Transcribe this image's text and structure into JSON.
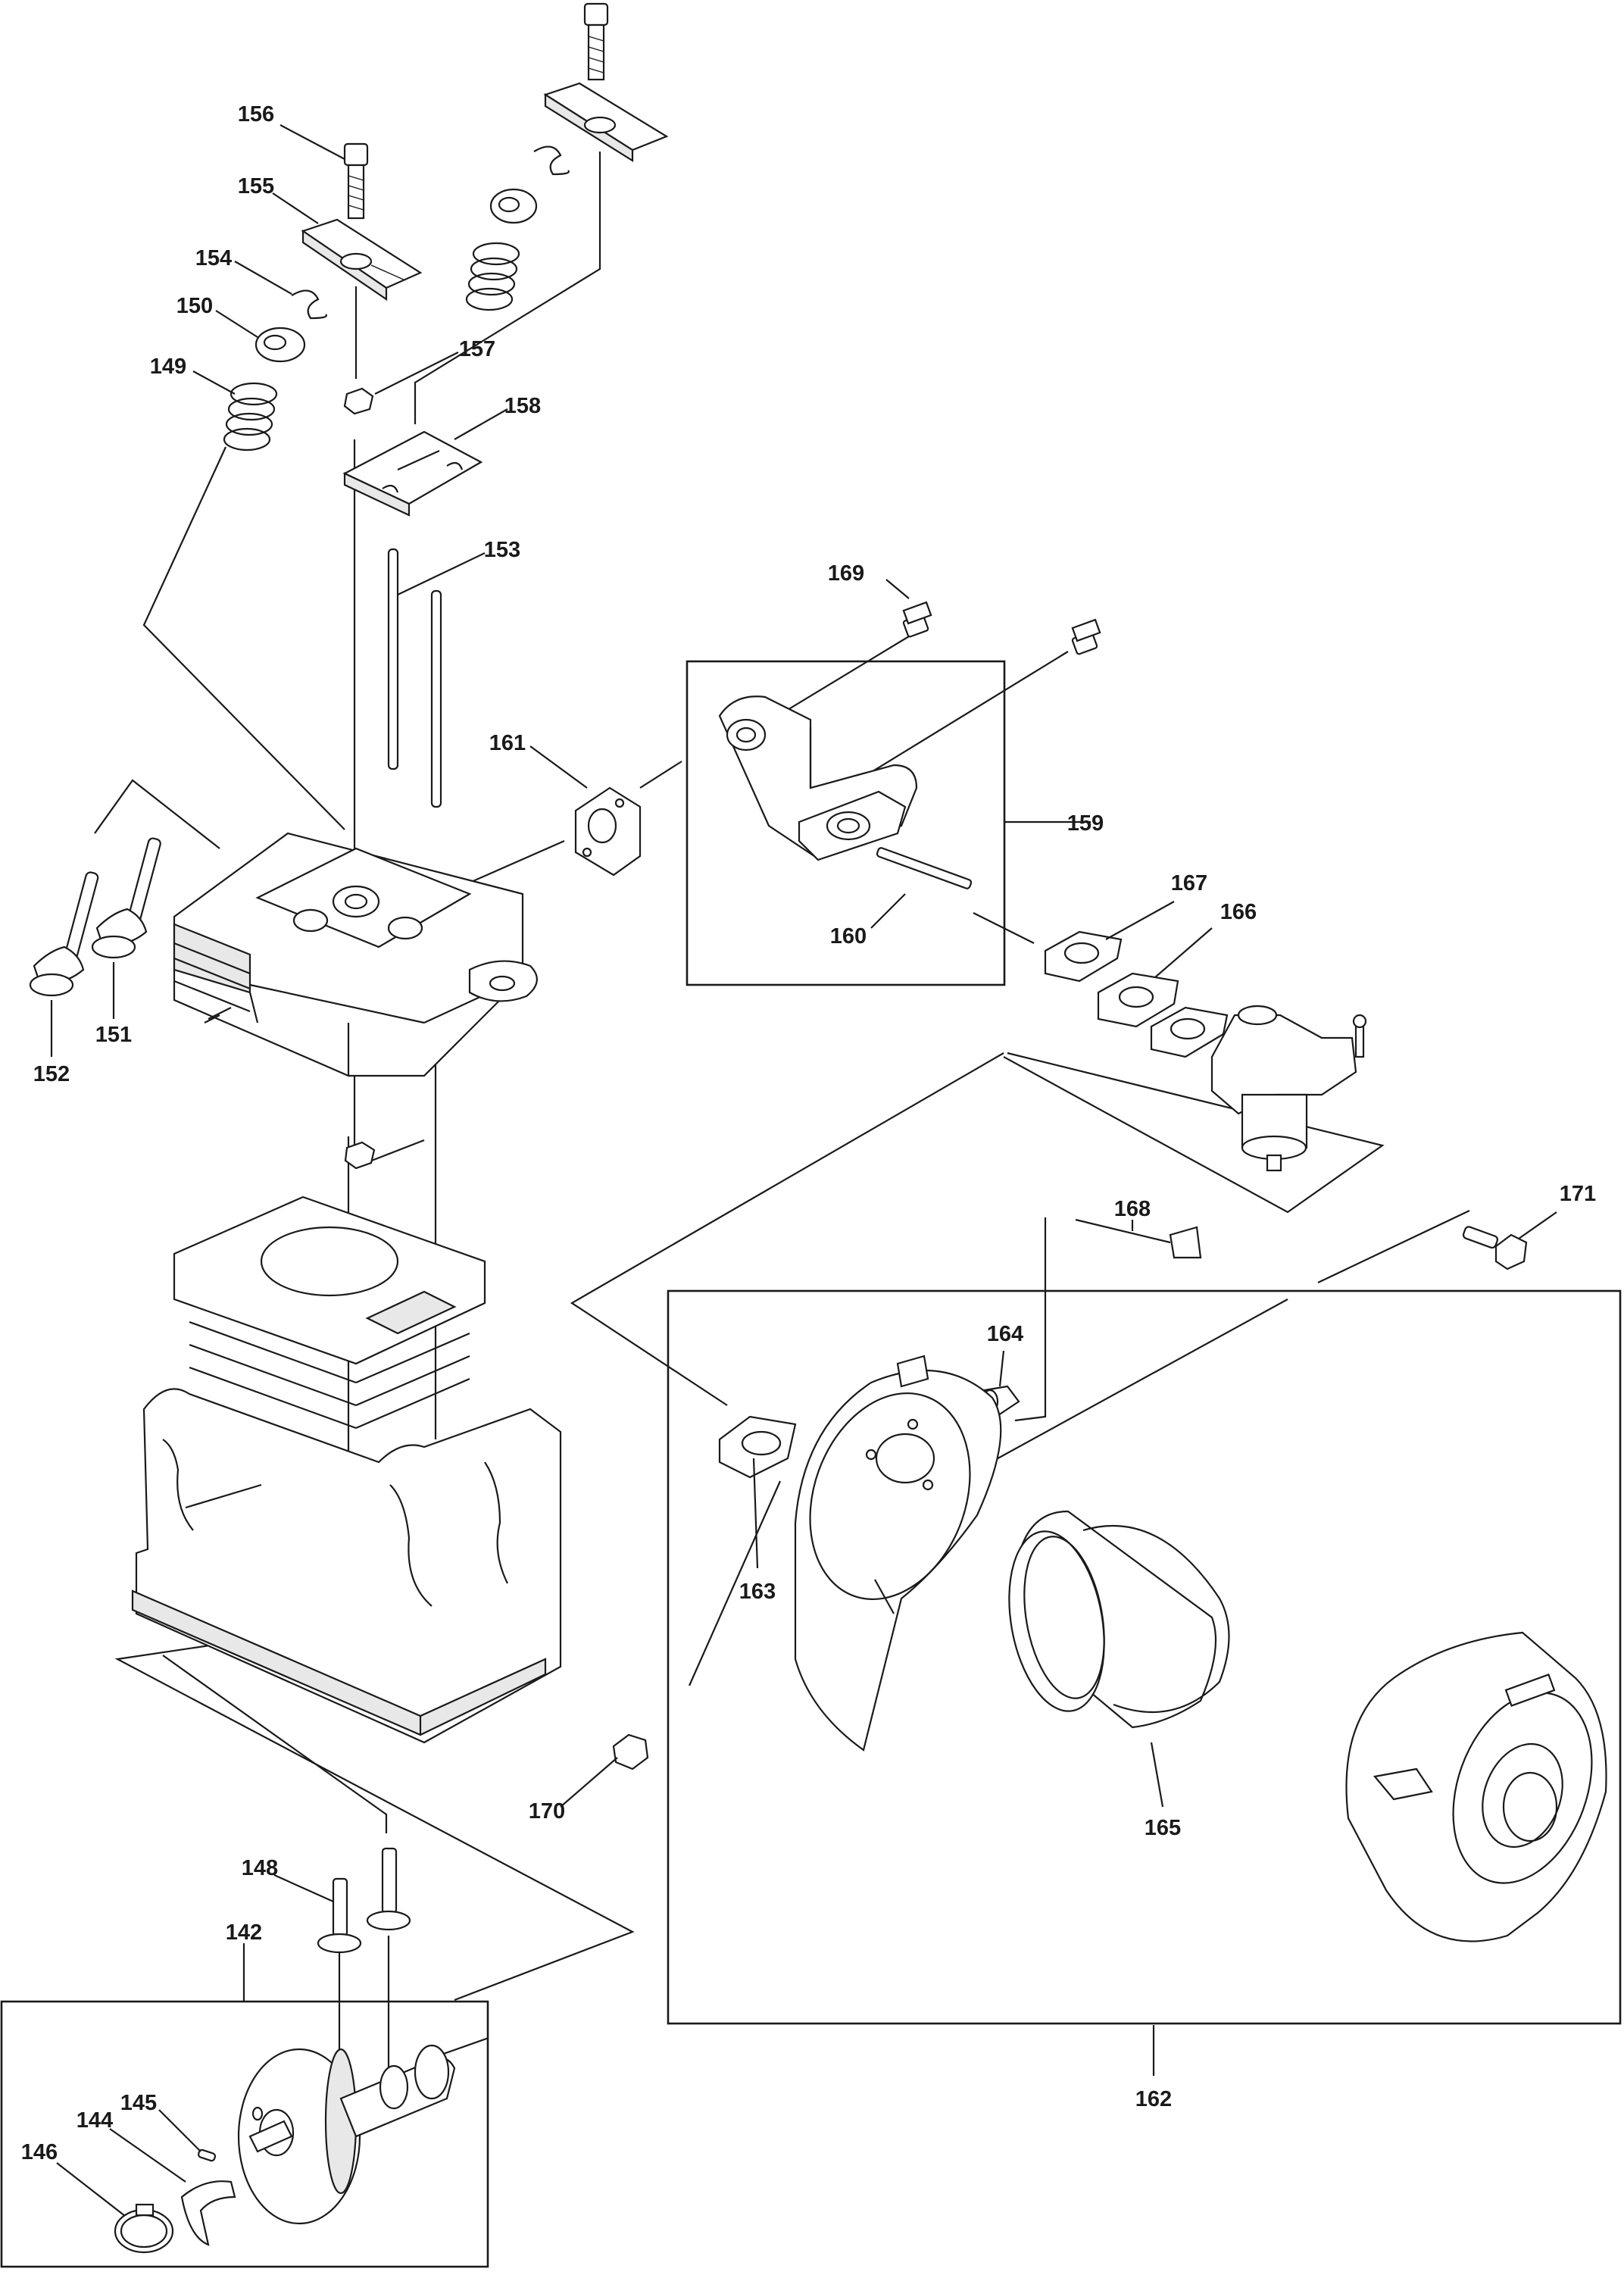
{
  "diagram": {
    "labels": {
      "p142": "142",
      "p144": "144",
      "p145": "145",
      "p146": "146",
      "p148": "148",
      "p149": "149",
      "p150": "150",
      "p151": "151",
      "p152": "152",
      "p153": "153",
      "p154": "154",
      "p155": "155",
      "p156": "156",
      "p157": "157",
      "p158": "158",
      "p159": "159",
      "p160": "160",
      "p161": "161",
      "p162": "162",
      "p163": "163",
      "p164": "164",
      "p165": "165",
      "p166": "166",
      "p167": "167",
      "p168": "168",
      "p169": "169",
      "p170": "170",
      "p171": "171"
    }
  }
}
